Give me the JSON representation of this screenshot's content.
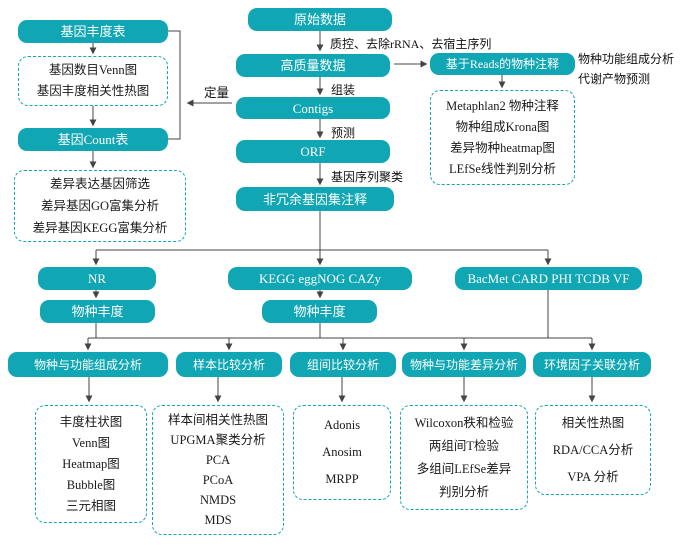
{
  "colors": {
    "accent_teal": "#10A6B4",
    "line": "#444444",
    "text": "#1a1a1a"
  },
  "flow": {
    "raw_data": "原始数据",
    "qc_label": "质控、去除rRNA、去宿主序列",
    "hq_data": "高质量数据",
    "assembly_label": "组装",
    "contigs": "Contigs",
    "predict_label": "预测",
    "orf": "ORF",
    "cluster_label": "基因序列聚类",
    "nonredundant_geneset": "非冗余基因集注释"
  },
  "left": {
    "gene_abundance_table": "基因丰度表",
    "quant_label": "定量",
    "venn_box": [
      "基因数目Venn图",
      "基因丰度相关性热图"
    ],
    "gene_count_table": "基因Count表",
    "diff_box": [
      "差异表达基因筛选",
      "差异基因GO富集分析",
      "差异基因KEGG富集分析"
    ]
  },
  "right": {
    "reads_annotation": "基于Reads的物种注释",
    "side_notes": [
      "物种功能组成分析",
      "代谢产物预测"
    ],
    "metaphlan_box": [
      "Metaphlan2 物种注释",
      "物种组成Krona图",
      "差异物种heatmap图",
      "LEfSe线性判别分析"
    ]
  },
  "databases": {
    "nr": "NR",
    "kegg": "KEGG eggNOG CAZy",
    "bacmet": "BacMet CARD PHI TCDB VF",
    "species_abundance_left": "物种丰度",
    "species_abundance_mid": "物种丰度"
  },
  "analyses": [
    {
      "label": "物种与功能组成分析",
      "items": [
        "丰度柱状图",
        "Venn图",
        "Heatmap图",
        "Bubble图",
        "三元相图"
      ]
    },
    {
      "label": "样本比较分析",
      "items": [
        "样本间相关性热图",
        "UPGMA聚类分析",
        "PCA",
        "PCoA",
        "NMDS",
        "MDS"
      ]
    },
    {
      "label": "组间比较分析",
      "items": [
        "Adonis",
        "Anosim",
        "MRPP"
      ]
    },
    {
      "label": "物种与功能差异分析",
      "items": [
        "Wilcoxon秩和检验",
        "两组间T检验",
        "多组间LEfSe差异",
        "判别分析"
      ]
    },
    {
      "label": "环境因子关联分析",
      "items": [
        "相关性热图",
        "RDA/CCA分析",
        "VPA 分析"
      ]
    }
  ]
}
